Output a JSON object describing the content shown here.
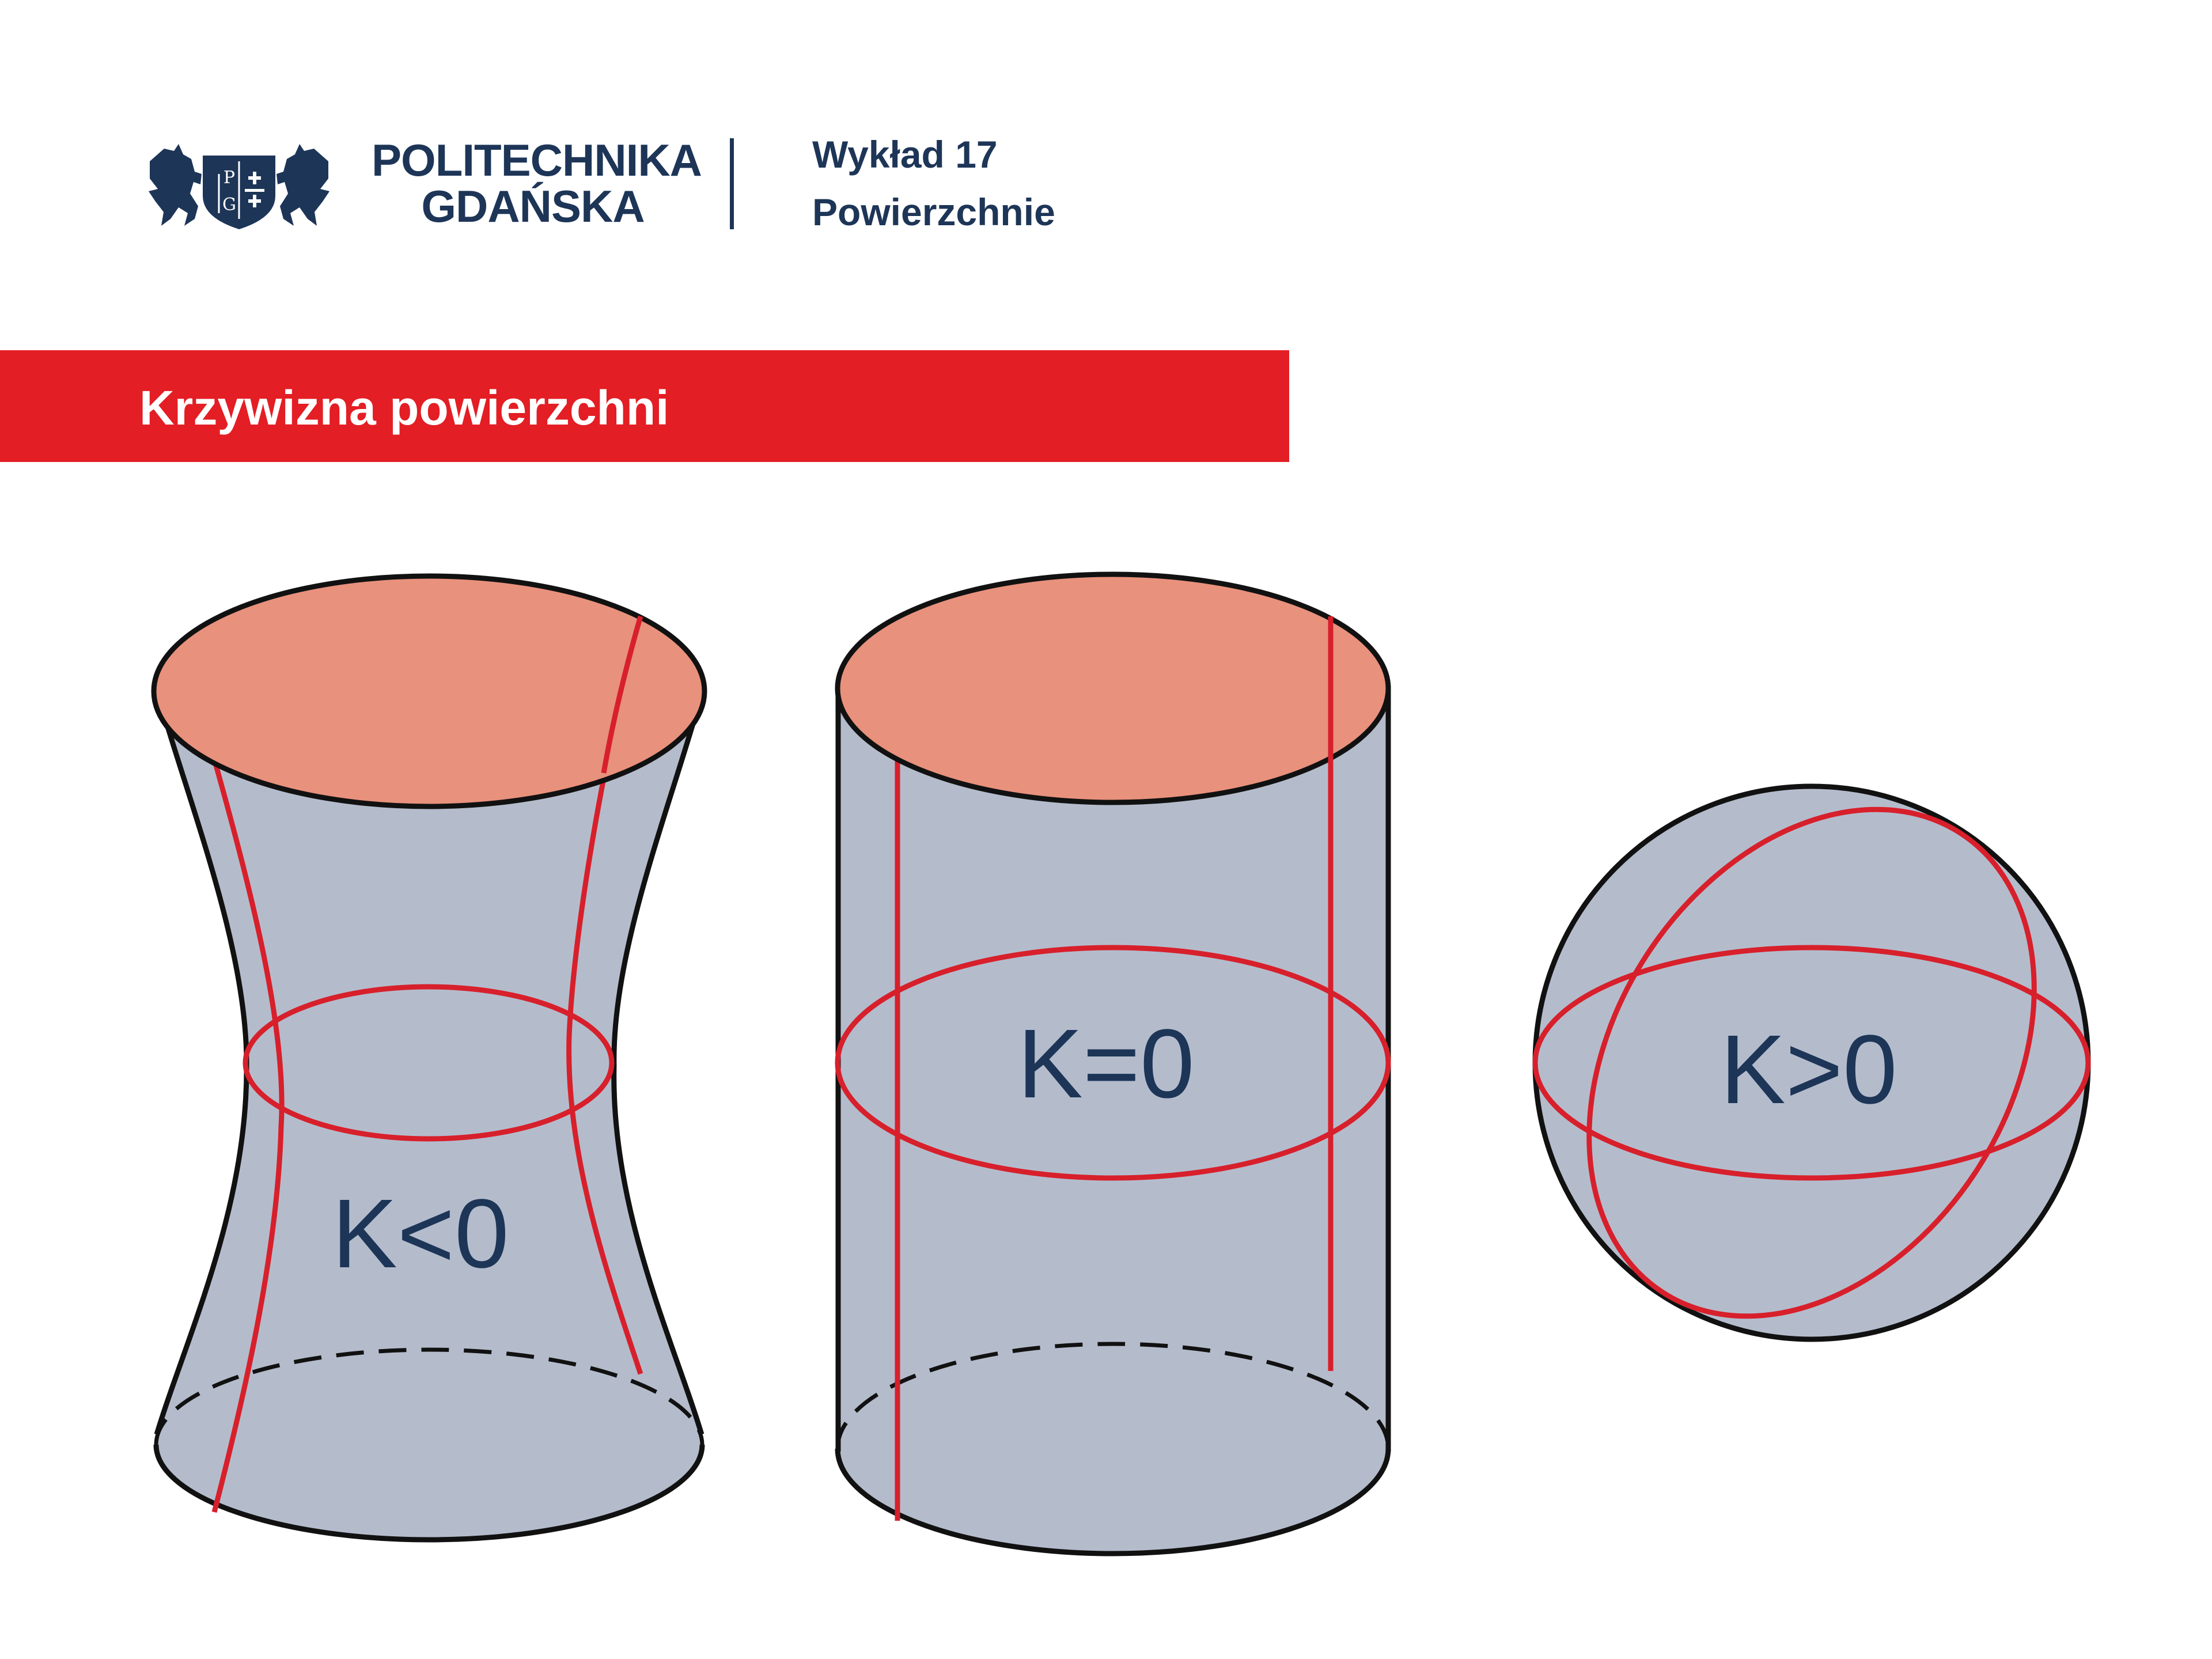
{
  "header": {
    "university_line1": "POLITECHNIKA",
    "university_line2": "GDAŃSKA",
    "logo_letters": [
      "P",
      "G"
    ],
    "lecture_number": "Wykład 17",
    "lecture_topic": "Powierzchnie"
  },
  "section": {
    "title": "Krzywizna powierzchni"
  },
  "diagram": {
    "hyperboloid_label": "K<0",
    "cylinder_label": "K=0",
    "sphere_label": "K>0"
  },
  "colors": {
    "brand_navy": "#1d3557",
    "brand_red": "#e31e24",
    "surface_fill": "#b4bccc",
    "top_cap_fill": "#e8917c",
    "curve_red": "#d7202b",
    "outline": "#111111"
  }
}
